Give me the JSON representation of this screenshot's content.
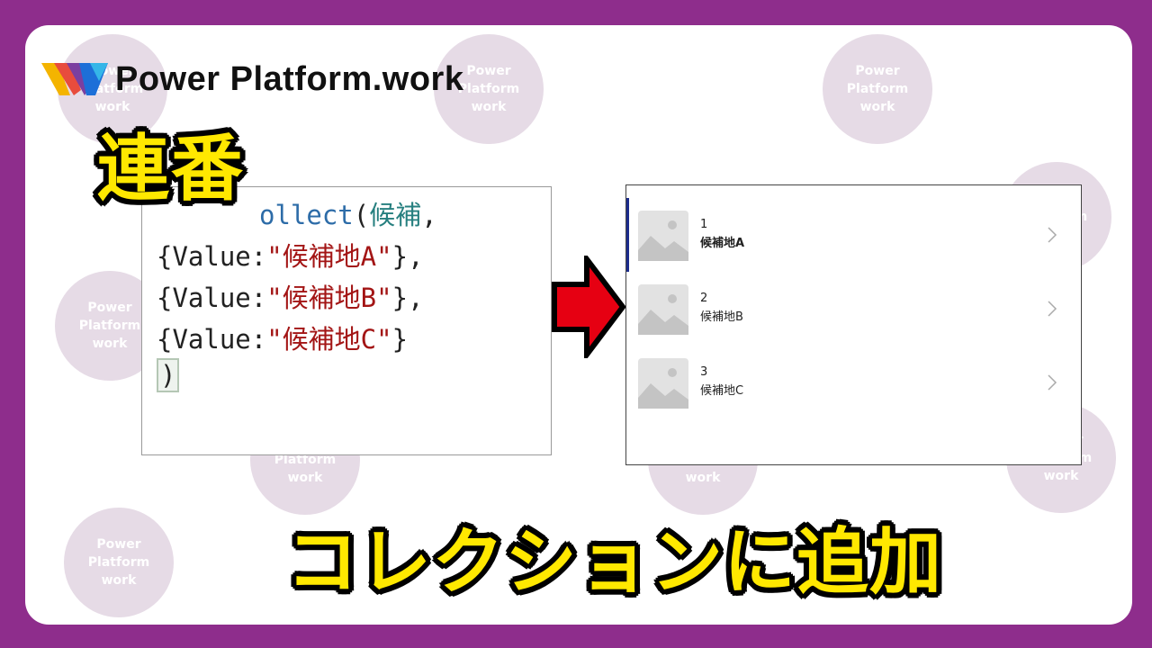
{
  "brand": {
    "name": "Power Platform.work"
  },
  "watermark": {
    "lines": [
      "Power",
      "Platform",
      "work"
    ]
  },
  "headline_top": "連番",
  "headline_bottom": "コレクションに追加",
  "code": {
    "line1": {
      "kw": "ollect",
      "paren": "(",
      "ident": "候補",
      "comma": ","
    },
    "line2": {
      "open": "{Value:",
      "str": "\"候補地A\"",
      "close": "},"
    },
    "line3": {
      "open": "{Value:",
      "str": "\"候補地B\"",
      "close": "},"
    },
    "line4": {
      "open": "{Value:",
      "str": "\"候補地C\"",
      "close": "}"
    },
    "line5": ")"
  },
  "gallery": {
    "items": [
      {
        "number": "1",
        "name": "候補地A",
        "selected": true
      },
      {
        "number": "2",
        "name": "候補地B",
        "selected": false
      },
      {
        "number": "3",
        "name": "候補地C",
        "selected": false
      }
    ]
  },
  "colors": {
    "frame": "#8e2d8c",
    "headline_fill": "#ffe800",
    "headline_stroke": "#e60012",
    "arrow": "#e60012",
    "selection_bar": "#1c2c8c"
  },
  "icons": [
    "brand-logo-icon",
    "image-placeholder-icon",
    "chevron-right-icon",
    "arrow-right-icon"
  ]
}
